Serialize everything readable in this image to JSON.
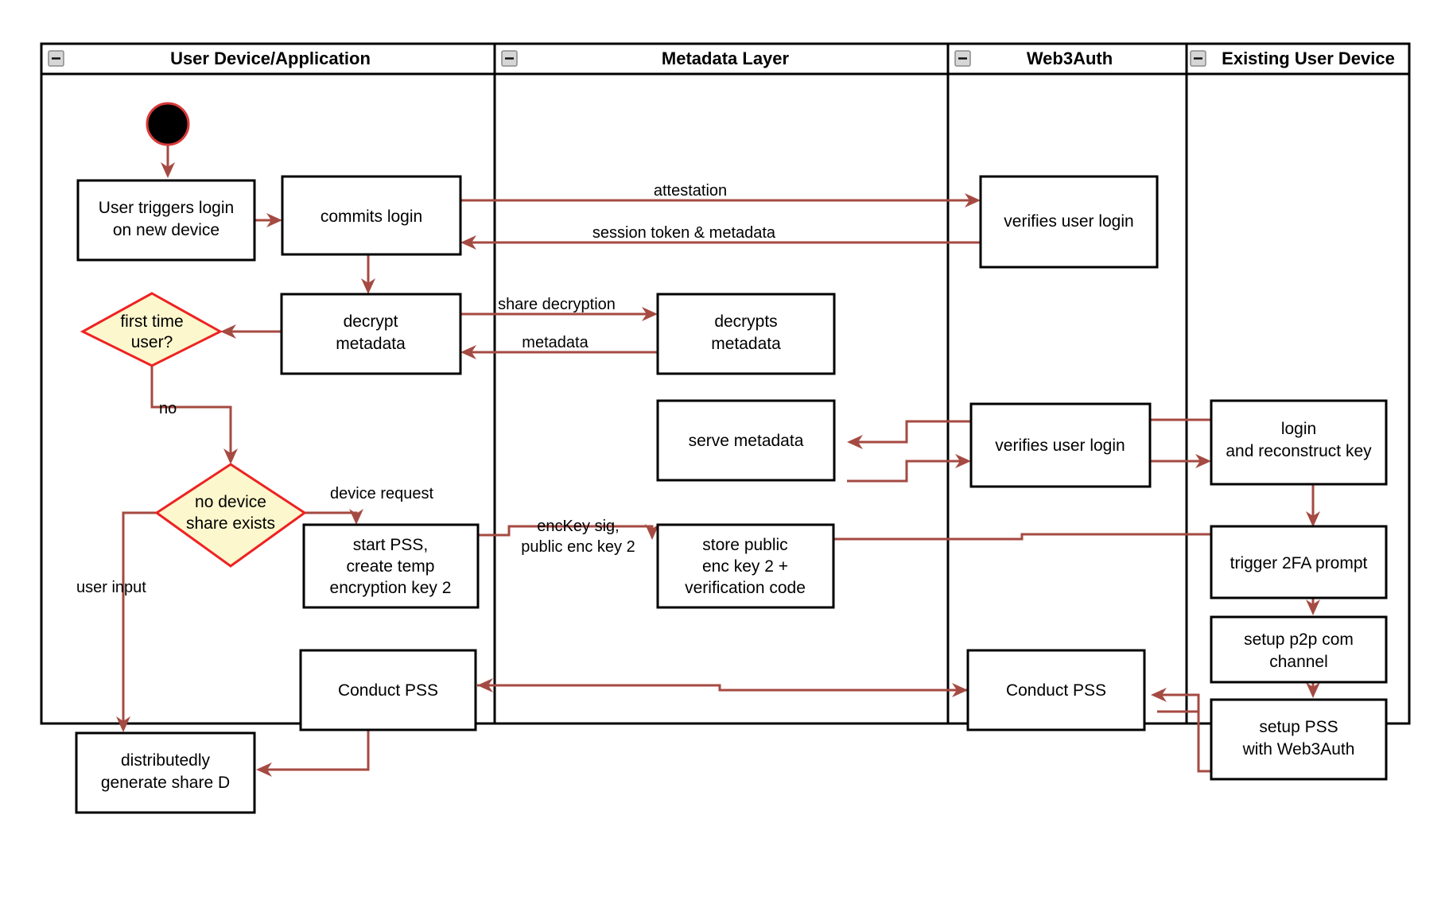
{
  "diagram": {
    "title": "Web3Auth new-device login and PSS flow",
    "colors": {
      "lane_border": "#000000",
      "node_border": "#000000",
      "node_fill": "#ffffff",
      "decision_fill": "#fcf7cd",
      "decision_border": "#ee2222",
      "flow_arrow": "#a54a42",
      "start_node_fill": "#000000",
      "start_node_border": "#d93a3a",
      "canvas": "#ffffff"
    },
    "lanes": [
      {
        "id": "lane-user-device",
        "label": "User Device/Application",
        "collapse_icon": "minus-collapse-icon"
      },
      {
        "id": "lane-metadata",
        "label": "Metadata Layer",
        "collapse_icon": "minus-collapse-icon"
      },
      {
        "id": "lane-web3auth",
        "label": "Web3Auth",
        "collapse_icon": "minus-collapse-icon"
      },
      {
        "id": "lane-existing-device",
        "label": "Existing User Device",
        "collapse_icon": "minus-collapse-icon"
      }
    ],
    "start_node": {
      "id": "start",
      "name": "start-node"
    },
    "nodes": [
      {
        "id": "n-user-triggers-login",
        "lane": "lane-user-device",
        "type": "activity",
        "lines": [
          "User triggers login",
          "on new device"
        ]
      },
      {
        "id": "n-commits-login",
        "lane": "lane-user-device",
        "type": "activity",
        "lines": [
          "commits login"
        ]
      },
      {
        "id": "n-decrypt-metadata",
        "lane": "lane-user-device",
        "type": "activity",
        "lines": [
          "decrypt",
          "metadata"
        ]
      },
      {
        "id": "n-first-time-user",
        "lane": "lane-user-device",
        "type": "decision",
        "lines": [
          "first time",
          "user?"
        ]
      },
      {
        "id": "n-no-device-share",
        "lane": "lane-user-device",
        "type": "decision",
        "lines": [
          "no device",
          "share exists"
        ]
      },
      {
        "id": "n-start-pss",
        "lane": "lane-user-device",
        "type": "activity",
        "lines": [
          "start PSS,",
          "create temp",
          "encryption key 2"
        ]
      },
      {
        "id": "n-conduct-pss-user",
        "lane": "lane-user-device",
        "type": "activity",
        "lines": [
          "Conduct PSS"
        ]
      },
      {
        "id": "n-generate-share-d",
        "lane": "lane-user-device",
        "type": "activity",
        "lines": [
          "distributedly",
          "generate share D"
        ]
      },
      {
        "id": "n-decrypts-metadata",
        "lane": "lane-metadata",
        "type": "activity",
        "lines": [
          "decrypts",
          "metadata"
        ]
      },
      {
        "id": "n-serve-metadata",
        "lane": "lane-metadata",
        "type": "activity",
        "lines": [
          "serve metadata"
        ]
      },
      {
        "id": "n-store-public-enc-key",
        "lane": "lane-metadata",
        "type": "activity",
        "lines": [
          "store public",
          "enc key 2 +",
          "verification code"
        ]
      },
      {
        "id": "n-verifies-user-login-1",
        "lane": "lane-web3auth",
        "type": "activity",
        "lines": [
          "verifies user login"
        ]
      },
      {
        "id": "n-verifies-user-login-2",
        "lane": "lane-web3auth",
        "type": "activity",
        "lines": [
          "verifies user login"
        ]
      },
      {
        "id": "n-conduct-pss-web3auth",
        "lane": "lane-web3auth",
        "type": "activity",
        "lines": [
          "Conduct PSS"
        ]
      },
      {
        "id": "n-login-reconstruct-key",
        "lane": "lane-existing-device",
        "type": "activity",
        "lines": [
          "login",
          "and reconstruct key"
        ]
      },
      {
        "id": "n-trigger-2fa",
        "lane": "lane-existing-device",
        "type": "activity",
        "lines": [
          "trigger 2FA prompt"
        ]
      },
      {
        "id": "n-setup-p2p",
        "lane": "lane-existing-device",
        "type": "activity",
        "lines": [
          "setup p2p com",
          "channel"
        ]
      },
      {
        "id": "n-setup-pss-web3auth",
        "lane": "lane-existing-device",
        "type": "activity",
        "lines": [
          "setup PSS",
          "with Web3Auth"
        ]
      }
    ],
    "edge_labels": [
      {
        "id": "lbl-attestation",
        "text": "attestation"
      },
      {
        "id": "lbl-session-token",
        "text": "session token & metadata"
      },
      {
        "id": "lbl-share-decryption",
        "text": "share decryption"
      },
      {
        "id": "lbl-metadata",
        "text": "metadata"
      },
      {
        "id": "lbl-no",
        "text": "no"
      },
      {
        "id": "lbl-device-request",
        "text": "device request"
      },
      {
        "id": "lbl-enckey-sig-1",
        "text": "encKey sig,"
      },
      {
        "id": "lbl-enckey-sig-2",
        "text": "public enc key 2"
      },
      {
        "id": "lbl-user-input",
        "text": "user input"
      }
    ]
  }
}
